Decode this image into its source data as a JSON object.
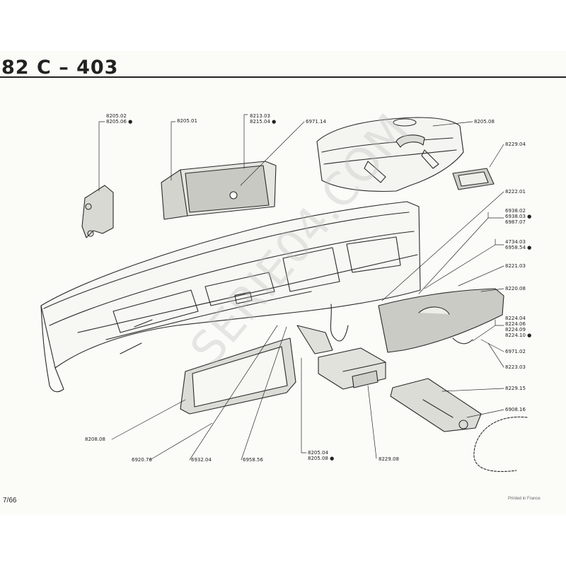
{
  "page": {
    "title": "82 C – 403",
    "page_number": "7/66",
    "printed_note": "Printed in France",
    "watermark": "SERIE04.COM"
  },
  "labels": {
    "l8205_02": "8205.02",
    "l8205_06": "8205.06 ●",
    "l8205_01": "8205.01",
    "l8213_03": "8213.03",
    "l8215_04": "8215.04 ●",
    "l6971_14": "6971.14",
    "l8205_08_top": "8205.08",
    "l8229_04": "8229.04",
    "l8222_01": "8222.01",
    "l6938_02": "6938.02",
    "l6938_03": "6938.03 ●",
    "l6987_07": "6987.07",
    "l4734_03": "4734.03",
    "l6958_54": "6958.54 ●",
    "l8221_03": "8221.03",
    "l8220_08": "8220.08",
    "l8224_04": "8224.04",
    "l8224_06": "8224.06",
    "l8224_09": "8224.09",
    "l8224_10": "8224.10 ●",
    "l6971_02": "6971.02",
    "l8223_03": "8223.03",
    "l8229_15": "8229.15",
    "l6908_16": "6908.16",
    "l8229_08": "8229.08",
    "l8205_04": "8205.04",
    "l8205_08_bot": "8205.08 ●",
    "l6958_56": "6958.56",
    "l6932_04": "6932.04",
    "l6920_76": "6920.76",
    "l8208_08": "8208.08"
  }
}
